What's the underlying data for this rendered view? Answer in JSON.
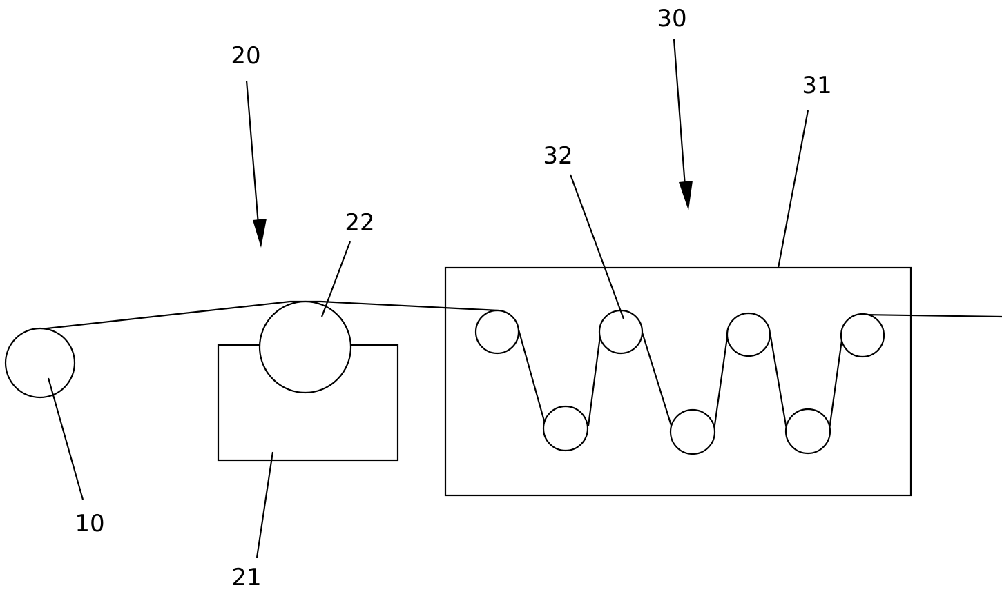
{
  "labels": {
    "l10": "10",
    "l20": "20",
    "l21": "21",
    "l22": "22",
    "l30": "30",
    "l31": "31",
    "l32": "32"
  }
}
